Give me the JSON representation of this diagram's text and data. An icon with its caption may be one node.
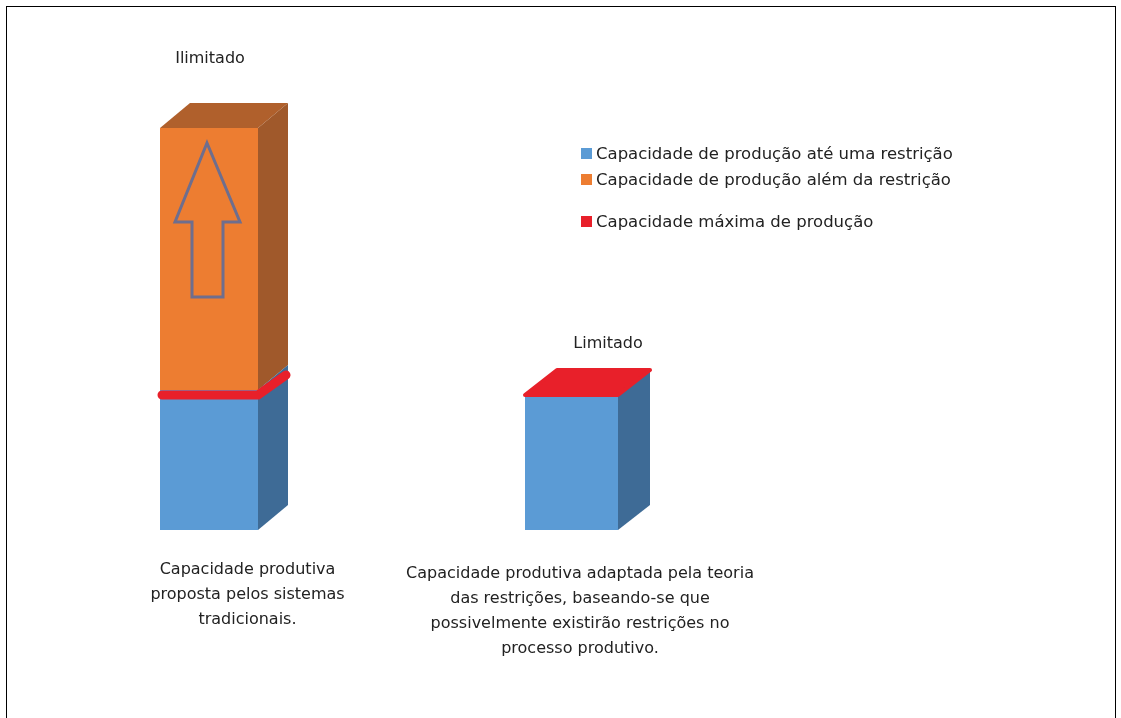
{
  "diagram": {
    "nodes": [
      {
        "text": [
          "Ilimitado"
        ],
        "beside": [
          "Capacidade produtiva proposta pelos sistemas tradicionais."
        ]
      },
      {
        "text": [
          "Limitado"
        ],
        "beside": [
          "Capacidade produtiva adaptada pela teoria das restrições, baseando-se que possivelmente existirão restrições no processo produtivo."
        ]
      }
    ],
    "legend": [
      {
        "text": "Capacidade de produção até uma restrição",
        "color": "#5b9bd5"
      },
      {
        "text": "Capacidade de produção além da restrição",
        "color": "#ed7d31"
      },
      {
        "text": "Capacidade máxima de produção",
        "color": "#e8202a"
      }
    ]
  }
}
